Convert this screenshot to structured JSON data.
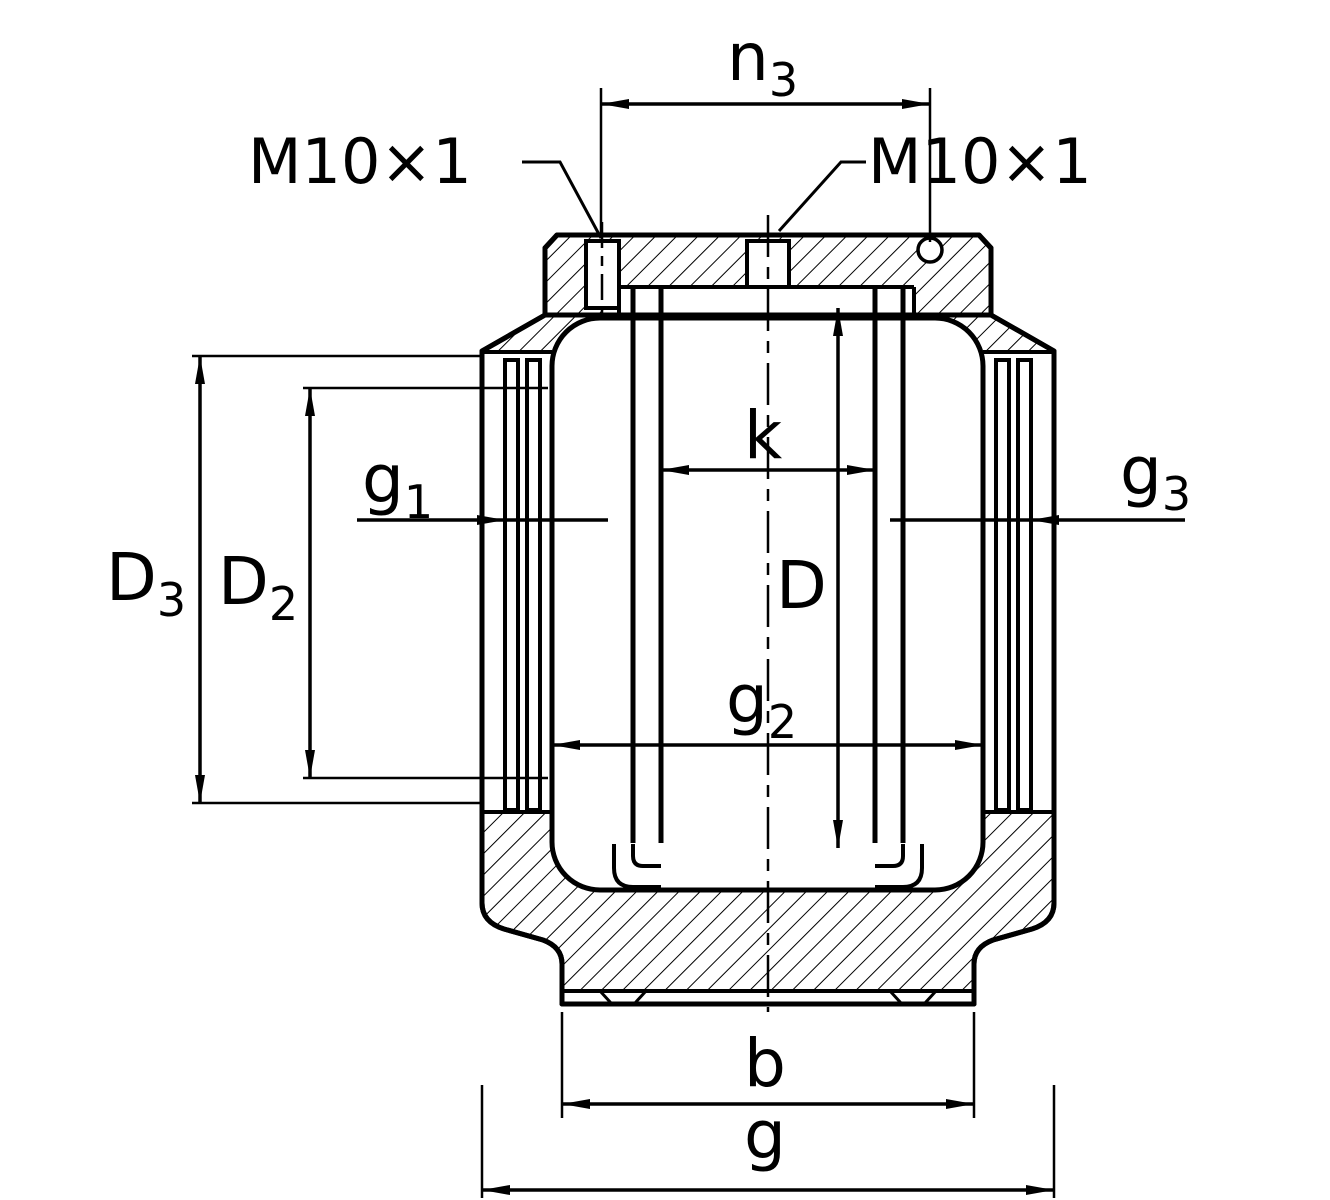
{
  "title": "Bearing housing unit cross-section drawing",
  "drawing": {
    "background": "#ffffff",
    "ink": "#000000",
    "style": "sectional view with 45-degree hatching, dash-dot centerlines, dimension arrows"
  },
  "labels": {
    "thread_left": "M10×1",
    "thread_right": "M10×1"
  },
  "dims": {
    "n3": {
      "main": "n",
      "sub": "3"
    },
    "k": "k",
    "g1": {
      "main": "g",
      "sub": "1"
    },
    "g3": {
      "main": "g",
      "sub": "3"
    },
    "D3": {
      "main": "D",
      "sub": "3"
    },
    "D2": {
      "main": "D",
      "sub": "2"
    },
    "D": "D",
    "g2": {
      "main": "g",
      "sub": "2"
    },
    "b": "b",
    "g": "g"
  }
}
